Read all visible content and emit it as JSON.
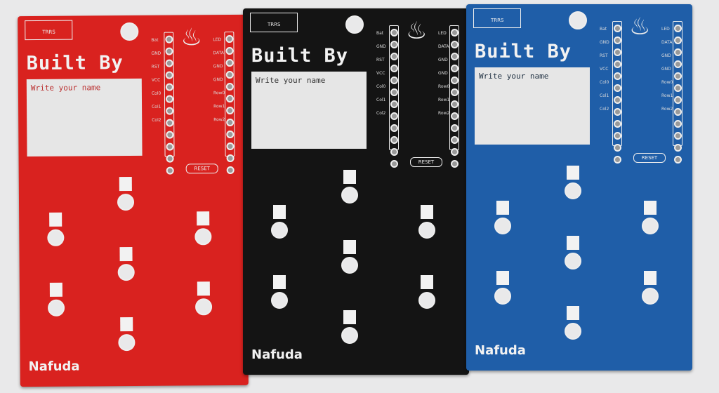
{
  "boards": [
    {
      "color": "red",
      "hex": "#d9221f"
    },
    {
      "color": "black",
      "hex": "#141414"
    },
    {
      "color": "blue",
      "hex": "#1f5ea8"
    }
  ],
  "silkscreen": {
    "title": "Built By",
    "name_placeholder": "Write your name",
    "brand": "Nafuda",
    "reset": "RESET",
    "trrs": "TRRS",
    "left_pins": "Bat GND RST VCC Col0 Col1 Col2",
    "right_pins": "LED DATA GND GND Row0 Row1 Row2",
    "icon": "onsen-hot-spring-icon"
  }
}
